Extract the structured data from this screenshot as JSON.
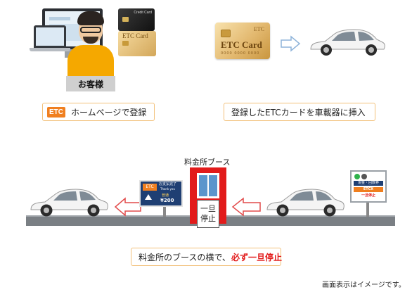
{
  "top_left": {
    "devices_card_brand": "ETC",
    "card_small_brand": "Credit Card",
    "card_small_label": "ETC Card",
    "customer_label": "お客様",
    "etc_logo": "ETC",
    "caption": "ホームページで登録"
  },
  "top_right": {
    "card_brand": "ETC",
    "card_label": "ETC Card",
    "card_number": "0000 0000 0000",
    "caption": "登録したETCカードを車載器に挿入"
  },
  "bottom": {
    "booth_label": "料金所ブース",
    "stop_line1": "一旦",
    "stop_line2": "停止",
    "pay_panel": {
      "etc": "ETC",
      "line1": "お支払完了",
      "line2": "Thank you",
      "line3": "普通",
      "amount": "¥200"
    },
    "signal_panel": {
      "row1": "現金・回数券",
      "row2": "ETCX",
      "row3": "一旦停止"
    },
    "caption_prefix": "料金所のブースの横で、",
    "caption_emphasis": "必ず一旦停止"
  },
  "footnote": "画面表示はイメージです。",
  "colors": {
    "accent_orange": "#f07f1f",
    "booth_red": "#e21b1b",
    "box_border": "#f2c079"
  }
}
